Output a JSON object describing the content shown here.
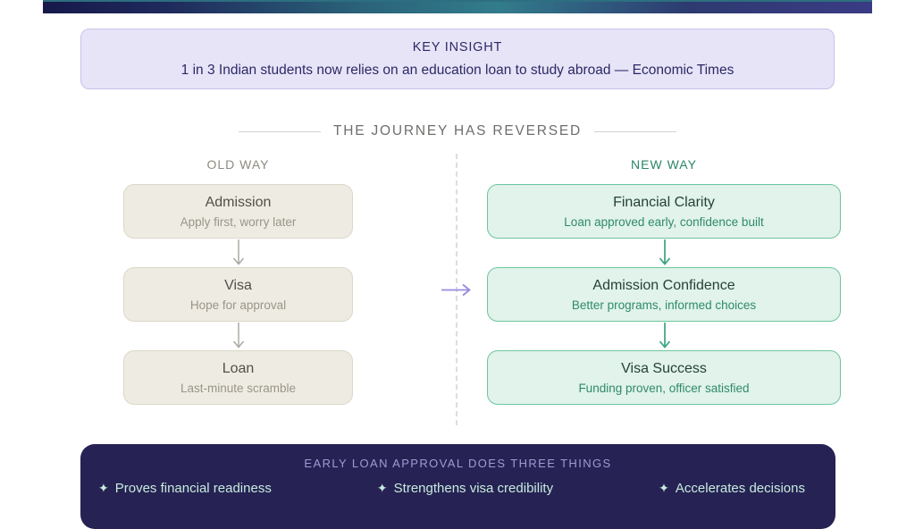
{
  "key_insight": {
    "title": "KEY INSIGHT",
    "text": "1 in 3 Indian students now relies on an education loan to study abroad — Economic Times"
  },
  "journey": {
    "heading": "THE JOURNEY HAS REVERSED",
    "old": {
      "label": "OLD WAY",
      "steps": [
        {
          "title": "Admission",
          "subtitle": "Apply first, worry later"
        },
        {
          "title": "Visa",
          "subtitle": "Hope for approval"
        },
        {
          "title": "Loan",
          "subtitle": "Last-minute scramble"
        }
      ]
    },
    "new": {
      "label": "NEW WAY",
      "steps": [
        {
          "title": "Financial Clarity",
          "subtitle": "Loan approved early, confidence built"
        },
        {
          "title": "Admission Confidence",
          "subtitle": "Better programs, informed choices"
        },
        {
          "title": "Visa Success",
          "subtitle": "Funding proven, officer satisfied"
        }
      ]
    }
  },
  "footer": {
    "heading": "EARLY LOAN APPROVAL DOES THREE THINGS",
    "bullet_glyph": "✦",
    "items": [
      "Proves financial readiness",
      "Strengthens visa credibility",
      "Accelerates decisions"
    ]
  },
  "colors": {
    "top_bar_navy": "#1f2a5c",
    "top_bar_teal": "#327c8c",
    "insight_bg": "#e7e4f8",
    "insight_border": "#c7c1e9",
    "insight_text": "#2b2964",
    "old_box_bg": "#eeece2",
    "old_box_border": "#dbd8ca",
    "old_title": "#514f47",
    "old_subtitle": "#999588",
    "new_box_bg": "#e1f3ea",
    "new_box_border": "#6cc5a0",
    "new_title": "#25423a",
    "new_subtitle": "#2f8a6d",
    "new_label_green": "#2a8668",
    "gray_arrow": "#a8a59d",
    "green_arrow": "#3aa380",
    "purple_arrow": "#968cdf",
    "footer_bg": "#272254",
    "footer_heading": "#a19ad3",
    "footer_text": "#c6ecdd"
  }
}
